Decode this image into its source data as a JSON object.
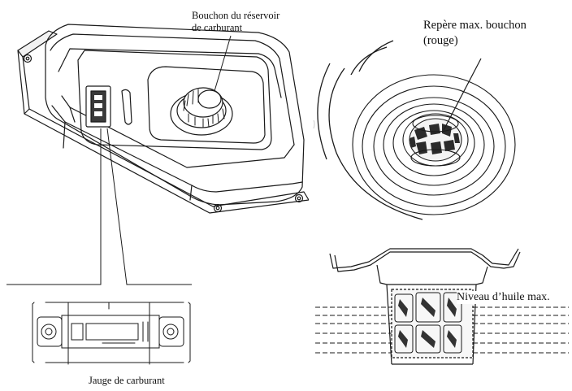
{
  "labels": {
    "cap_line1": "Bouchon du réservoir",
    "cap_line2": "de carburant",
    "marker_line1": "Repère max. bouchon",
    "marker_line2": "(rouge)",
    "oil_level": "Niveau d’huile max.",
    "gauge": "Jauge de carburant"
  }
}
